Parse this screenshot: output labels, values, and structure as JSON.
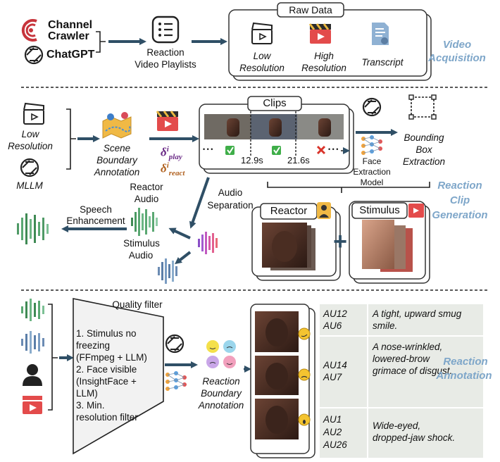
{
  "section1": {
    "channel_crawler_line1": "Channel",
    "channel_crawler_line2": "Crawler",
    "chatgpt": "ChatGPT",
    "playlists_line1": "Reaction",
    "playlists_line2": "Video Playlists",
    "raw_data_title": "Raw Data",
    "low_line1": "Low",
    "low_line2": "Resolution",
    "high_line1": "High",
    "high_line2": "Resolution",
    "transcript": "Transcript",
    "stage_line1": "Video",
    "stage_line2": "Acquisition"
  },
  "section2": {
    "low_line1": "Low",
    "low_line2": "Resolution",
    "mllm": "MLLM",
    "scene_line1": "Scene",
    "scene_line2": "Boundary",
    "scene_line3": "Annotation",
    "delta": "δ",
    "delta_sup": "i",
    "delta_play": "play",
    "delta_react": "react",
    "clips_title": "Clips",
    "time1": "12.9s",
    "time2": "21.6s",
    "dots_left": "• • •",
    "dots_right": "• • •",
    "bbox_line1": "Bounding",
    "bbox_line2": "Box",
    "bbox_line3": "Extraction",
    "face_model_line1": "Face",
    "face_model_line2": "Extraction",
    "face_model_line3": "Model",
    "reactor_audio_line1": "Reactor",
    "reactor_audio_line2": "Audio",
    "audio_sep_line1": "Audio",
    "audio_sep_line2": "Separation",
    "speech_line1": "Speech",
    "speech_line2": "Enhancement",
    "stimulus_audio_line1": "Stimulus",
    "stimulus_audio_line2": "Audio",
    "reactor_title": "Reactor",
    "stimulus_title": "Stimulus",
    "plus": "+",
    "stage_line1": "Reaction",
    "stage_line2": "Clip",
    "stage_line3": "Generation"
  },
  "section3": {
    "quality_title": "Quality filter",
    "q1_line1": "1. Stimulus no",
    "q1_line2": "freezing",
    "q1_line3": "(FFmpeg + LLM)",
    "q2_line1": "2. Face visible",
    "q2_line2": "(InsightFace +",
    "q2_line3": "LLM)",
    "q3_line1": "3. Min.",
    "q3_line2": "resolution filter",
    "rb_line1": "Reaction",
    "rb_line2": "Boundary",
    "rb_line3": "Annotation",
    "au_rows": [
      {
        "codes": [
          "AU12",
          "AU6"
        ],
        "desc": "A tight, upward smug smile."
      },
      {
        "codes": [
          "AU14",
          "AU7"
        ],
        "desc": "A nose-wrinkled, lowered-brow grimace of disgust."
      },
      {
        "codes": [
          "AU1",
          "AU2",
          "AU26"
        ],
        "desc": "Wide-eyed, dropped-jaw shock."
      }
    ],
    "stage_line1": "Reaction",
    "stage_line2": "Annotation"
  },
  "colors": {
    "arrow": "#2f4f66",
    "stage_label": "#7ea6c9",
    "au_background": "#e8ebe6",
    "delta_play": "#6a2a86",
    "delta_react": "#b0601e",
    "check": "#3fae49",
    "cross": "#d9342b"
  }
}
